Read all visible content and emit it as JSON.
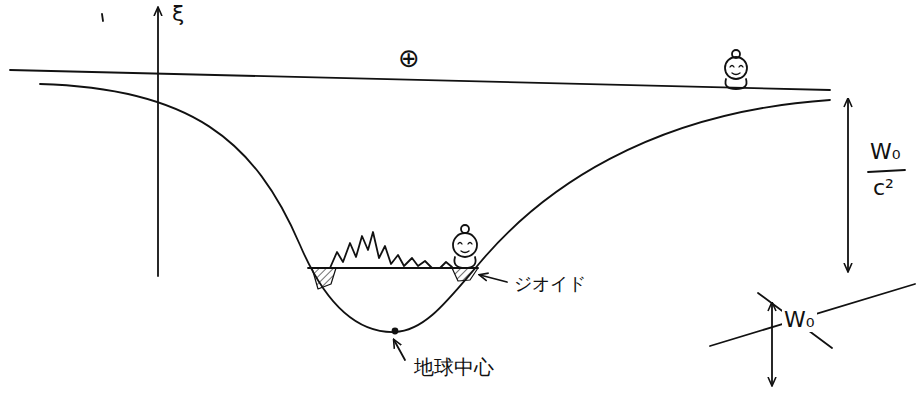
{
  "diagram": {
    "labels": [
      "ξ",
      "⊕",
      "ジオイド",
      "地球中心",
      "W₀",
      "c²",
      "W₀"
    ]
  }
}
